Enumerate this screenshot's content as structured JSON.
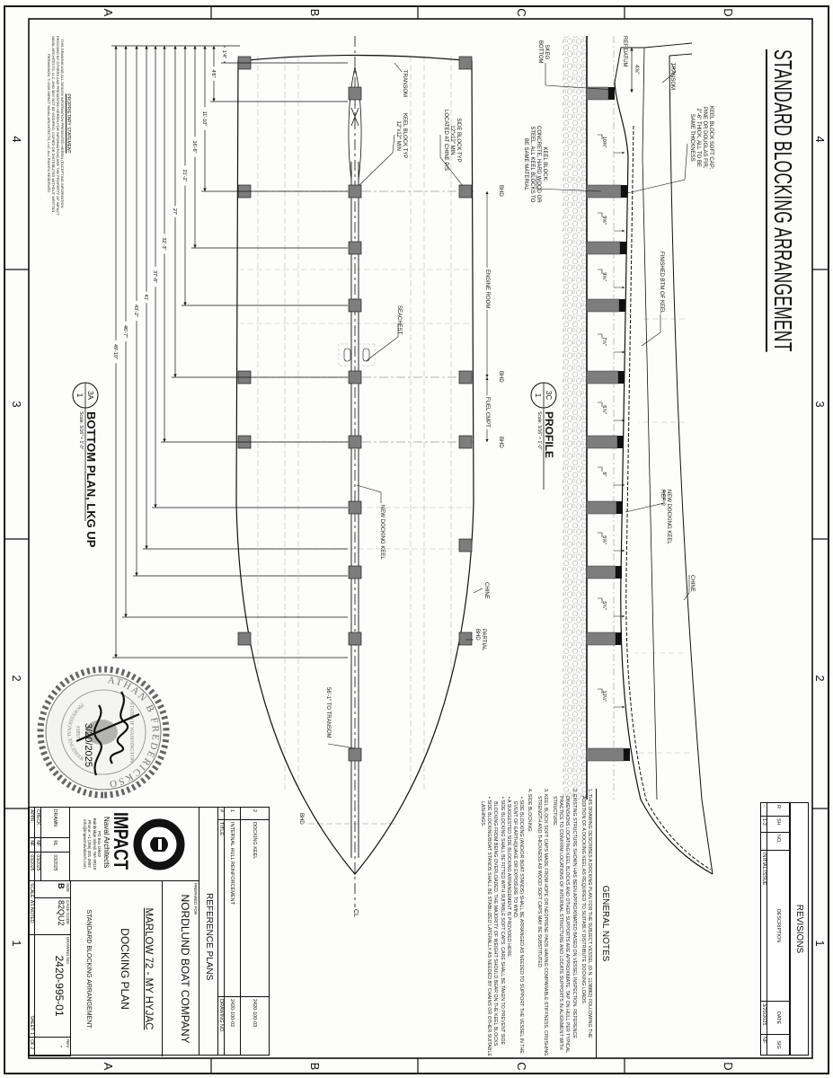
{
  "title": "STANDARD BLOCKING ARRANGEMENT",
  "zones": {
    "letters": [
      "D",
      "C",
      "B",
      "A"
    ],
    "numbers": [
      "4",
      "3",
      "2",
      "1"
    ]
  },
  "profile": {
    "ref_datum": "REF DATUM",
    "datum_dim": "4⅝\"",
    "transom": "TRANSOM",
    "soft_cap": [
      "KEEL BLOCK SOFT CAP:",
      "PINE OR DOUGLAS FIR,",
      "2\"-6\" THICK, ALL TO BE",
      "SAME THICKNESS"
    ],
    "skeg": [
      "SKEG",
      "BOTTOM"
    ],
    "keel_block": [
      "KEEL BLOCK:",
      "CONCRETE, HARD WOOD OR",
      "STEEL. ALL KEEL BLOCKS TO",
      "BE SAME MATERIAL"
    ],
    "finished_btm": "FINISHED BTM OF KEEL",
    "new_keel": [
      "NEW DOCKING KEEL",
      "REF. 2"
    ],
    "chine": "CHINE",
    "heights": [
      "10⅜\"",
      "9⅝\"",
      "9⅛\"",
      "7⅞\"",
      "6⅞\"",
      "6\"",
      "5⅝\"",
      "5¾\"",
      "12½\""
    ],
    "callout": {
      "detail": "3C",
      "sheet": "1",
      "name": "PROFILE",
      "scale": "Scale: 3/16\" = 1'-0\""
    }
  },
  "plan": {
    "transom": "TRANSOM",
    "keel_block_typ": [
      "KEEL BLOCK TYP",
      "12\"x12\" MIN"
    ],
    "side_block_typ": [
      "SIDE BLOCK TYP",
      "12\"x12\" MIN",
      "LOCATED AT CHINE P/S"
    ],
    "bhd": "BHD",
    "engine_room": "ENGINE ROOM",
    "fuel_cmpt": "FUEL CMPT",
    "seachest": "SEACHEST",
    "new_keel": "NEW DOCKING KEEL",
    "chine": "CHINE",
    "partial_bhd": [
      "PARTIAL",
      "BHD"
    ],
    "to_transom": "56'-1\" TO TRANSOM",
    "centerline": "CL",
    "dims": [
      "1'4\"",
      "4'6\"",
      "11'-10\"",
      "16'-6\"",
      "21'-2\"",
      "27'",
      "32'-3\"",
      "37'-8\"",
      "41'",
      "43'-2\"",
      "46'-7\"",
      "49'-10\""
    ],
    "callout": {
      "detail": "3A",
      "sheet": "1",
      "name": "BOTTOM PLAN, LKG UP",
      "scale": "Scale: 3/16\" = 1'-0\""
    }
  },
  "seal": {
    "name": "NATHAN B FREDERICKSON",
    "state": "STATE OF WASHINGTON",
    "type": "PROFESSIONAL ENGINEER",
    "reg": "REGISTERED",
    "number": "43857",
    "date": "3/20/2025"
  },
  "proprietary": {
    "heading": "PROPRIETARY STATEMENT",
    "lines": [
      "THIS DRAWING AND ALL DESIGN INFORMATION PRESENTED HEREIN (EXCEPTING INFORMATION",
      "PROVIDED BY OTHERS AND PRESENTED HEREIN FOR INFORMATION) ARE THE PROPERTY OF IMPACT",
      "NAVAL ARCHITECTS, LLC, AND MAY NOT BE MODIFIED, COPIED OR DISTRIBUTED WITHOUT WRITTEN",
      "PERMISSION. © 2025 IMPACT NAVAL ARCHITECTS, LLC. ALL RIGHTS RESERVED."
    ]
  },
  "revisions": {
    "title": "REVISIONS",
    "headers": [
      "R",
      "SH",
      "NO.",
      "DESCRIPTION",
      "DATE",
      "SIG"
    ],
    "rows": [
      {
        "r": "-",
        "sh": "1-2",
        "no": "",
        "description": "INITIAL ISSUE",
        "date": "3/20/2025",
        "sig": "NF"
      }
    ]
  },
  "notes": {
    "title": "GENERAL NOTES",
    "items": [
      "1.  THIS DRAWING DESCRIBES A DOCKING PLAN FOR THE SUBJECT VESSEL (O.N. 1138862) FOLLOWING THE ADDITION OF A DOCKING KEEL AS REQUIRED TO SUITABLY DISTRIBUTE DOCKING LOADS.",
      "2.  EXISTING STRUCTURE SHOWN HAS BEEN APPROXIMATED BASED ON VESSEL INSPECTION. REFERENCE DIMENSIONS LOCATING KEEL BLOCKS AND OTHER SUPPORTS ARE APPROXIMATE. TAP ON HULL PER TYPICAL PRACTICE TO CONFIRM LOCATIONS OF INTERNAL STRUCTURE AND LOCATE SUPPORTS IN ALIGNMENT WITH STRUCTURE.",
      "3.  KEEL BLOCK SOFT CAPS MADE FROM HDPE OR NEOPRENE PADS HAVING COMPARABLE STIFFNESS, CRUSHING STRENGTH AND THICKNESS AS WOOD SOFT CAPS MAY BE SUBSTITUTED.",
      "4.  SIDE BLOCKING:"
    ],
    "bullets": [
      "• SIDE BLOCKING (AND/OR BOAT STANDS) SHALL BE ARRANGED AS NEEDED TO SUPPORT THE VESSEL IN THE EVENT OF EARTHQUAKE OR EXPOSURE TO WIND.",
      "• A SUGGESTED SIDE BLOCKING ARRANGEMENT IS PROVIDED HERE.",
      "• SIDE BLOCKING SHALL BE FITTED WITH SUITABLE SOFT CAPS. CARE SHALL BE TAKEN TO PREVENT SIDE BLOCKING FROM BEING OVERLOADED. THE MAJORITY OF WEIGHT SHOULD BEAR ON THE KEEL BLOCKS.",
      "• SIDE BLOCKING/BOAT STANDS SHALL BE STABILIZED LATERALLY AS NEEDED BY CHAINS OR OTHER SUITABLE LASHINGS."
    ]
  },
  "reference_plans": {
    "caption": "REFERENCE PLANS",
    "headers": [
      "#",
      "TITLE",
      "DRAWING NO."
    ],
    "rows": [
      {
        "num": "2",
        "title": "DOCKING KEEL",
        "drawing": "2420-100-03"
      },
      {
        "num": "1",
        "title": "INTERNAL HULL REINFORCEMENT",
        "drawing": "2420-100-02"
      }
    ]
  },
  "title_block": {
    "prepared_for_label": "PREPARED FOR",
    "client": "NORDLUND BOAT COMPANY",
    "vessel": "MARLOW 72 - MY HYJAC",
    "drawing_title": "DOCKING PLAN",
    "drawing_subtitle": "STANDARD BLOCKING ARRANGEMENT",
    "firm": {
      "name": "IMPACT",
      "sub": "Naval Architects",
      "address": [
        "PO Box 10042",
        "Bainbridge Island, WA 98110",
        "Phone: +1 (206) 201-3997",
        "info@impactnavalarch.com"
      ]
    },
    "approvals": [
      {
        "role": "DRAWN:",
        "who": "RL",
        "date": "03/2025"
      },
      {
        "role": "CHECK:",
        "who": "NF",
        "date": "03/2025"
      },
      {
        "role": "APPR:",
        "who": "NF",
        "date": "03/2025"
      }
    ],
    "size_label": "SIZE",
    "size": "B",
    "cage_label": "CAGE CODE",
    "cage": "82QU2",
    "dwg_label": "DRAWING NO.",
    "dwg": "2420-995-01",
    "rev_label": "REV",
    "rev": "-",
    "scale": "SCALE: AS NOTED",
    "sheet": "SHEET: 1",
    "of": "OF 2"
  }
}
